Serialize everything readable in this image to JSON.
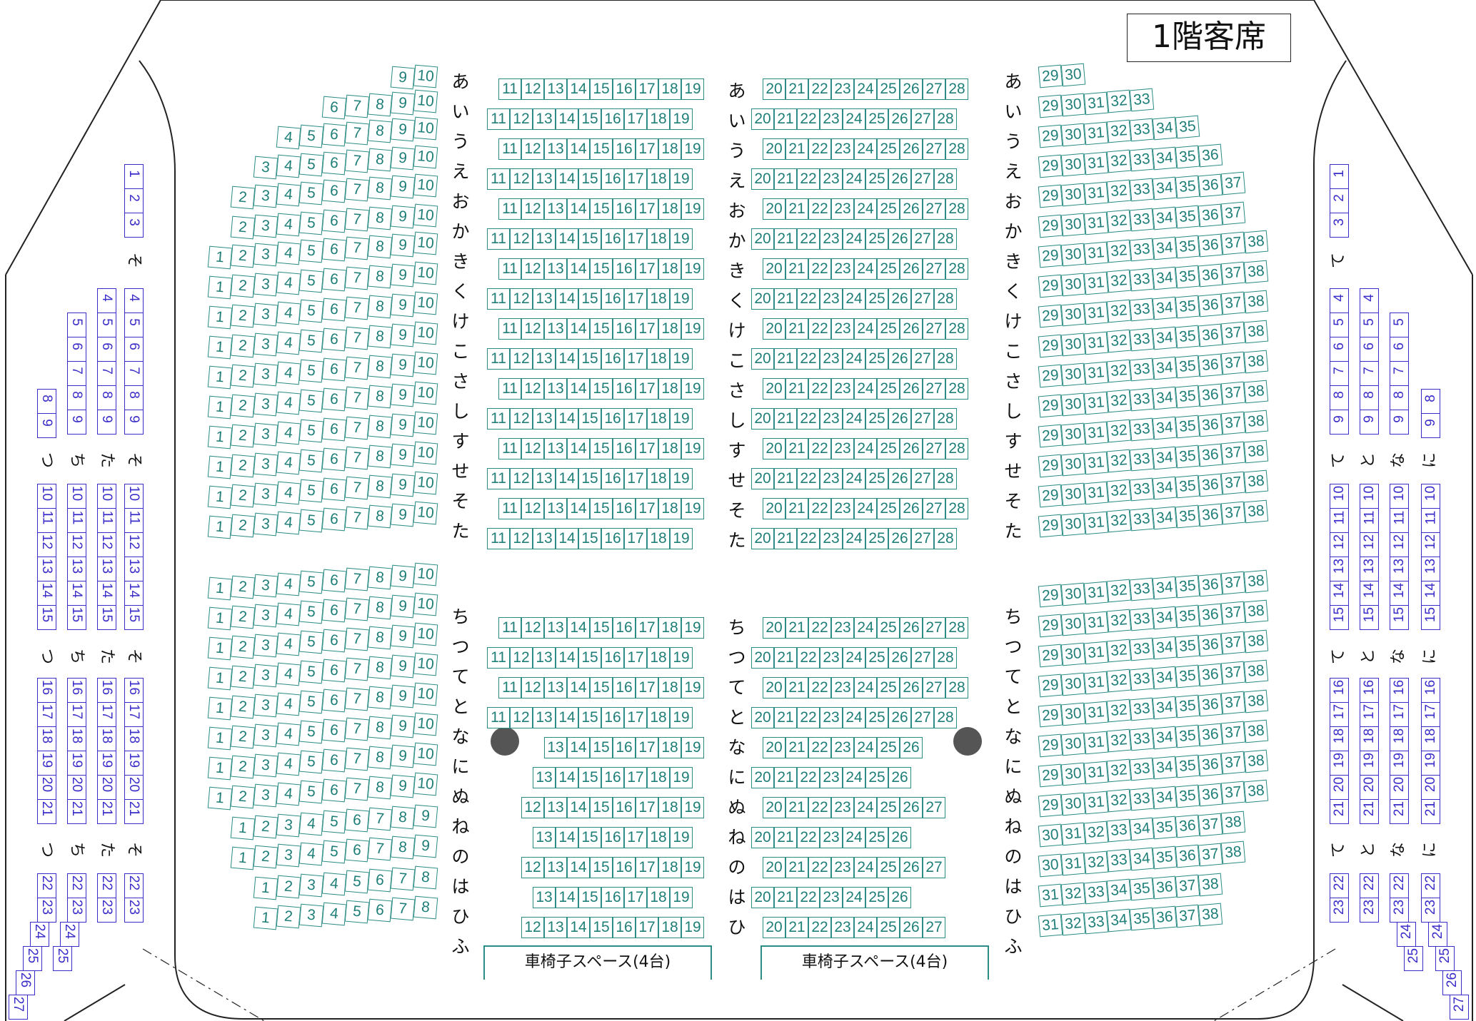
{
  "floor_title": "1階客席",
  "wheelchair_label": "車椅子スペース(4台)",
  "colors": {
    "center_seat": "#2a8c84",
    "side_balcony_seat": "#3a2cc8",
    "pillar": "#555555"
  },
  "row_labels_front": [
    "あ",
    "い",
    "う",
    "え",
    "お",
    "か",
    "き",
    "く",
    "け",
    "こ",
    "さ",
    "し",
    "す",
    "せ",
    "そ",
    "た"
  ],
  "row_labels_rear": [
    "ち",
    "つ",
    "て",
    "と",
    "な",
    "に",
    "ぬ",
    "ね",
    "の",
    "は",
    "ひ",
    "ふ"
  ],
  "row_labels_center_rear": [
    "ち",
    "つ",
    "て",
    "と",
    "な",
    "に",
    "ぬ",
    "ね",
    "の",
    "は",
    "ひ"
  ],
  "left_block_front": {
    "rows": [
      [
        "9",
        "10"
      ],
      [
        "6",
        "7",
        "8",
        "9",
        "10"
      ],
      [
        "4",
        "5",
        "6",
        "7",
        "8",
        "9",
        "10"
      ],
      [
        "3",
        "4",
        "5",
        "6",
        "7",
        "8",
        "9",
        "10"
      ],
      [
        "2",
        "3",
        "4",
        "5",
        "6",
        "7",
        "8",
        "9",
        "10"
      ],
      [
        "2",
        "3",
        "4",
        "5",
        "6",
        "7",
        "8",
        "9",
        "10"
      ],
      [
        "1",
        "2",
        "3",
        "4",
        "5",
        "6",
        "7",
        "8",
        "9",
        "10"
      ],
      [
        "1",
        "2",
        "3",
        "4",
        "5",
        "6",
        "7",
        "8",
        "9",
        "10"
      ],
      [
        "1",
        "2",
        "3",
        "4",
        "5",
        "6",
        "7",
        "8",
        "9",
        "10"
      ],
      [
        "1",
        "2",
        "3",
        "4",
        "5",
        "6",
        "7",
        "8",
        "9",
        "10"
      ],
      [
        "1",
        "2",
        "3",
        "4",
        "5",
        "6",
        "7",
        "8",
        "9",
        "10"
      ],
      [
        "1",
        "2",
        "3",
        "4",
        "5",
        "6",
        "7",
        "8",
        "9",
        "10"
      ],
      [
        "1",
        "2",
        "3",
        "4",
        "5",
        "6",
        "7",
        "8",
        "9",
        "10"
      ],
      [
        "1",
        "2",
        "3",
        "4",
        "5",
        "6",
        "7",
        "8",
        "9",
        "10"
      ],
      [
        "1",
        "2",
        "3",
        "4",
        "5",
        "6",
        "7",
        "8",
        "9",
        "10"
      ],
      [
        "1",
        "2",
        "3",
        "4",
        "5",
        "6",
        "7",
        "8",
        "9",
        "10"
      ]
    ]
  },
  "left_block_rear": {
    "rows": [
      [
        "1",
        "2",
        "3",
        "4",
        "5",
        "6",
        "7",
        "8",
        "9",
        "10"
      ],
      [
        "1",
        "2",
        "3",
        "4",
        "5",
        "6",
        "7",
        "8",
        "9",
        "10"
      ],
      [
        "1",
        "2",
        "3",
        "4",
        "5",
        "6",
        "7",
        "8",
        "9",
        "10"
      ],
      [
        "1",
        "2",
        "3",
        "4",
        "5",
        "6",
        "7",
        "8",
        "9",
        "10"
      ],
      [
        "1",
        "2",
        "3",
        "4",
        "5",
        "6",
        "7",
        "8",
        "9",
        "10"
      ],
      [
        "1",
        "2",
        "3",
        "4",
        "5",
        "6",
        "7",
        "8",
        "9",
        "10"
      ],
      [
        "1",
        "2",
        "3",
        "4",
        "5",
        "6",
        "7",
        "8",
        "9",
        "10"
      ],
      [
        "1",
        "2",
        "3",
        "4",
        "5",
        "6",
        "7",
        "8",
        "9",
        "10"
      ],
      [
        "1",
        "2",
        "3",
        "4",
        "5",
        "6",
        "7",
        "8",
        "9"
      ],
      [
        "1",
        "2",
        "3",
        "4",
        "5",
        "6",
        "7",
        "8",
        "9"
      ],
      [
        "1",
        "2",
        "3",
        "4",
        "5",
        "6",
        "7",
        "8"
      ],
      [
        "1",
        "2",
        "3",
        "4",
        "5",
        "6",
        "7",
        "8"
      ]
    ]
  },
  "center_left_front": {
    "rows_all": [
      "11",
      "12",
      "13",
      "14",
      "15",
      "16",
      "17",
      "18",
      "19"
    ]
  },
  "center_left_rear": {
    "rows": [
      [
        "11",
        "12",
        "13",
        "14",
        "15",
        "16",
        "17",
        "18",
        "19"
      ],
      [
        "11",
        "12",
        "13",
        "14",
        "15",
        "16",
        "17",
        "18",
        "19"
      ],
      [
        "11",
        "12",
        "13",
        "14",
        "15",
        "16",
        "17",
        "18",
        "19"
      ],
      [
        "11",
        "12",
        "13",
        "14",
        "15",
        "16",
        "17",
        "18",
        "19"
      ],
      [
        "13",
        "14",
        "15",
        "16",
        "17",
        "18",
        "19"
      ],
      [
        "13",
        "14",
        "15",
        "16",
        "17",
        "18",
        "19"
      ],
      [
        "12",
        "13",
        "14",
        "15",
        "16",
        "17",
        "18",
        "19"
      ],
      [
        "13",
        "14",
        "15",
        "16",
        "17",
        "18",
        "19"
      ],
      [
        "12",
        "13",
        "14",
        "15",
        "16",
        "17",
        "18",
        "19"
      ],
      [
        "13",
        "14",
        "15",
        "16",
        "17",
        "18",
        "19"
      ],
      [
        "12",
        "13",
        "14",
        "15",
        "16",
        "17",
        "18",
        "19"
      ]
    ]
  },
  "center_right_front": {
    "rows_all": [
      "20",
      "21",
      "22",
      "23",
      "24",
      "25",
      "26",
      "27",
      "28"
    ]
  },
  "center_right_rear": {
    "rows": [
      [
        "20",
        "21",
        "22",
        "23",
        "24",
        "25",
        "26",
        "27",
        "28"
      ],
      [
        "20",
        "21",
        "22",
        "23",
        "24",
        "25",
        "26",
        "27",
        "28"
      ],
      [
        "20",
        "21",
        "22",
        "23",
        "24",
        "25",
        "26",
        "27",
        "28"
      ],
      [
        "20",
        "21",
        "22",
        "23",
        "24",
        "25",
        "26",
        "27",
        "28"
      ],
      [
        "20",
        "21",
        "22",
        "23",
        "24",
        "25",
        "26"
      ],
      [
        "20",
        "21",
        "22",
        "23",
        "24",
        "25",
        "26"
      ],
      [
        "20",
        "21",
        "22",
        "23",
        "24",
        "25",
        "26",
        "27"
      ],
      [
        "20",
        "21",
        "22",
        "23",
        "24",
        "25",
        "26"
      ],
      [
        "20",
        "21",
        "22",
        "23",
        "24",
        "25",
        "26",
        "27"
      ],
      [
        "20",
        "21",
        "22",
        "23",
        "24",
        "25",
        "26"
      ],
      [
        "20",
        "21",
        "22",
        "23",
        "24",
        "25",
        "26",
        "27"
      ]
    ]
  },
  "right_block_front": {
    "rows": [
      [
        "29",
        "30"
      ],
      [
        "29",
        "30",
        "31",
        "32",
        "33"
      ],
      [
        "29",
        "30",
        "31",
        "32",
        "33",
        "34",
        "35"
      ],
      [
        "29",
        "30",
        "31",
        "32",
        "33",
        "34",
        "35",
        "36"
      ],
      [
        "29",
        "30",
        "31",
        "32",
        "33",
        "34",
        "35",
        "36",
        "37"
      ],
      [
        "29",
        "30",
        "31",
        "32",
        "33",
        "34",
        "35",
        "36",
        "37"
      ],
      [
        "29",
        "30",
        "31",
        "32",
        "33",
        "34",
        "35",
        "36",
        "37",
        "38"
      ],
      [
        "29",
        "30",
        "31",
        "32",
        "33",
        "34",
        "35",
        "36",
        "37",
        "38"
      ],
      [
        "29",
        "30",
        "31",
        "32",
        "33",
        "34",
        "35",
        "36",
        "37",
        "38"
      ],
      [
        "29",
        "30",
        "31",
        "32",
        "33",
        "34",
        "35",
        "36",
        "37",
        "38"
      ],
      [
        "29",
        "30",
        "31",
        "32",
        "33",
        "34",
        "35",
        "36",
        "37",
        "38"
      ],
      [
        "29",
        "30",
        "31",
        "32",
        "33",
        "34",
        "35",
        "36",
        "37",
        "38"
      ],
      [
        "29",
        "30",
        "31",
        "32",
        "33",
        "34",
        "35",
        "36",
        "37",
        "38"
      ],
      [
        "29",
        "30",
        "31",
        "32",
        "33",
        "34",
        "35",
        "36",
        "37",
        "38"
      ],
      [
        "29",
        "30",
        "31",
        "32",
        "33",
        "34",
        "35",
        "36",
        "37",
        "38"
      ],
      [
        "29",
        "30",
        "31",
        "32",
        "33",
        "34",
        "35",
        "36",
        "37",
        "38"
      ]
    ]
  },
  "right_block_rear": {
    "rows": [
      [
        "29",
        "30",
        "31",
        "32",
        "33",
        "34",
        "35",
        "36",
        "37",
        "38"
      ],
      [
        "29",
        "30",
        "31",
        "32",
        "33",
        "34",
        "35",
        "36",
        "37",
        "38"
      ],
      [
        "29",
        "30",
        "31",
        "32",
        "33",
        "34",
        "35",
        "36",
        "37",
        "38"
      ],
      [
        "29",
        "30",
        "31",
        "32",
        "33",
        "34",
        "35",
        "36",
        "37",
        "38"
      ],
      [
        "29",
        "30",
        "31",
        "32",
        "33",
        "34",
        "35",
        "36",
        "37",
        "38"
      ],
      [
        "29",
        "30",
        "31",
        "32",
        "33",
        "34",
        "35",
        "36",
        "37",
        "38"
      ],
      [
        "29",
        "30",
        "31",
        "32",
        "33",
        "34",
        "35",
        "36",
        "37",
        "38"
      ],
      [
        "29",
        "30",
        "31",
        "32",
        "33",
        "34",
        "35",
        "36",
        "37",
        "38"
      ],
      [
        "30",
        "31",
        "32",
        "33",
        "34",
        "35",
        "36",
        "37",
        "38"
      ],
      [
        "30",
        "31",
        "32",
        "33",
        "34",
        "35",
        "36",
        "37",
        "38"
      ],
      [
        "31",
        "32",
        "33",
        "34",
        "35",
        "36",
        "37",
        "38"
      ],
      [
        "31",
        "32",
        "33",
        "34",
        "35",
        "36",
        "37",
        "38"
      ]
    ]
  },
  "side_left": {
    "columns": [
      {
        "row_labels": [
          "つ",
          "つ",
          "つ"
        ],
        "groups": [
          [
            "8",
            "9"
          ],
          [
            "10",
            "11",
            "12",
            "13",
            "14",
            "15"
          ],
          [
            "16",
            "17",
            "18",
            "19",
            "20",
            "21"
          ],
          [
            "22",
            "23",
            "24",
            "25",
            "26",
            "27"
          ]
        ]
      },
      {
        "row_labels": [
          "ち",
          "ち",
          "ち"
        ],
        "groups": [
          [
            "5",
            "6",
            "7",
            "8",
            "9"
          ],
          [
            "10",
            "11",
            "12",
            "13",
            "14",
            "15"
          ],
          [
            "16",
            "17",
            "18",
            "19",
            "20",
            "21"
          ],
          [
            "22",
            "23",
            "24",
            "25"
          ]
        ]
      },
      {
        "row_labels": [
          "た",
          "た",
          "た"
        ],
        "groups": [
          [
            "4",
            "5",
            "6",
            "7",
            "8",
            "9"
          ],
          [
            "10",
            "11",
            "12",
            "13",
            "14",
            "15"
          ],
          [
            "16",
            "17",
            "18",
            "19",
            "20",
            "21"
          ],
          [
            "22",
            "23"
          ]
        ]
      },
      {
        "row_labels": [
          "そ",
          "そ",
          "そ",
          "そ"
        ],
        "groups": [
          [
            "1",
            "2",
            "3"
          ],
          [
            "4",
            "5",
            "6",
            "7",
            "8",
            "9"
          ],
          [
            "10",
            "11",
            "12",
            "13",
            "14",
            "15"
          ],
          [
            "16",
            "17",
            "18",
            "19",
            "20",
            "21"
          ],
          [
            "22",
            "23"
          ]
        ]
      }
    ]
  },
  "side_right": {
    "columns": [
      {
        "row_labels": [
          "て",
          "て",
          "て",
          "て"
        ],
        "groups": [
          [
            "1",
            "2",
            "3"
          ],
          [
            "4",
            "5",
            "6",
            "7",
            "8",
            "9"
          ],
          [
            "10",
            "11",
            "12",
            "13",
            "14",
            "15"
          ],
          [
            "16",
            "17",
            "18",
            "19",
            "20",
            "21"
          ],
          [
            "22",
            "23"
          ]
        ]
      },
      {
        "row_labels": [
          "と",
          "と",
          "と"
        ],
        "groups": [
          [
            "4",
            "5",
            "6",
            "7",
            "8",
            "9"
          ],
          [
            "10",
            "11",
            "12",
            "13",
            "14",
            "15"
          ],
          [
            "16",
            "17",
            "18",
            "19",
            "20",
            "21"
          ],
          [
            "22",
            "23"
          ]
        ]
      },
      {
        "row_labels": [
          "な",
          "な",
          "な"
        ],
        "groups": [
          [
            "5",
            "6",
            "7",
            "8",
            "9"
          ],
          [
            "10",
            "11",
            "12",
            "13",
            "14",
            "15"
          ],
          [
            "16",
            "17",
            "18",
            "19",
            "20",
            "21"
          ],
          [
            "22",
            "23",
            "24",
            "25"
          ]
        ]
      },
      {
        "row_labels": [
          "に",
          "に",
          "に"
        ],
        "groups": [
          [
            "8",
            "9"
          ],
          [
            "10",
            "11",
            "12",
            "13",
            "14",
            "15"
          ],
          [
            "16",
            "17",
            "18",
            "19",
            "20",
            "21"
          ],
          [
            "22",
            "23",
            "24",
            "25",
            "26",
            "27"
          ]
        ]
      }
    ]
  }
}
